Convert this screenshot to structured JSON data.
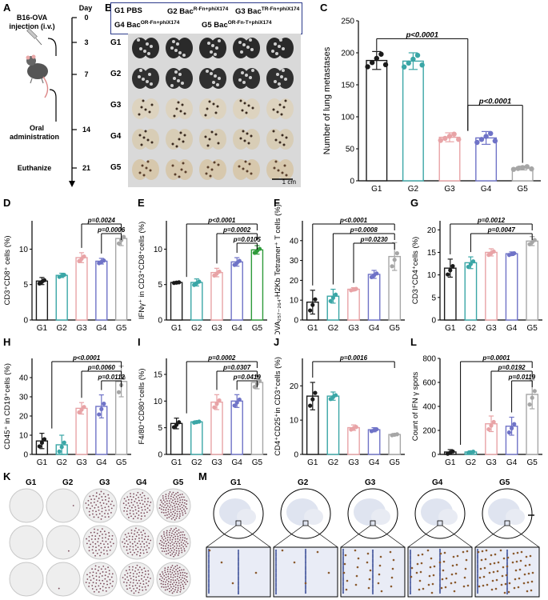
{
  "panels": {
    "A": "A",
    "B": "B",
    "C": "C",
    "D": "D",
    "E": "E",
    "F": "F",
    "G": "G",
    "H": "H",
    "I": "I",
    "J": "J",
    "K": "K",
    "L": "L",
    "M": "M"
  },
  "colors": {
    "G1": "#1a1a1a",
    "G2": "#3aa6a6",
    "G3": "#e8a3a6",
    "G4": "#6f73c7",
    "G5": "#a6a6a6",
    "G5_E": "#2e9a3a",
    "G5_F": "#a6a6a6"
  },
  "timeline": {
    "day_label": "Day",
    "injection_line1": "B16-OVA",
    "injection_line2": "injection (i.v.)",
    "days": [
      "0",
      "3",
      "7",
      "14",
      "21"
    ],
    "oral_line1": "Oral",
    "oral_line2": "administration",
    "euthanize": "Euthanize"
  },
  "legendB": {
    "g1": "G1 PBS",
    "g2": "G2 Bac",
    "g2_sup": "R-Fn+phiX174",
    "g3": "G3 Bac",
    "g3_sup": "TR-Fn+phiX174",
    "g4": "G4 Bac",
    "g4_sup": "OR-Fn+phiX174",
    "g5": "G5 Bac",
    "g5_sup": "OR-Fn-T+phiX174"
  },
  "groups": [
    "G1",
    "G2",
    "G3",
    "G4",
    "G5"
  ],
  "scale_bar": "1 cm",
  "chart_data": [
    {
      "id": "C",
      "type": "bar",
      "ylabel": "Number of lung metastases",
      "categories": [
        "G1",
        "G2",
        "G3",
        "G4",
        "G5"
      ],
      "values": [
        188,
        187,
        68,
        67,
        20
      ],
      "errors": [
        14,
        13,
        7,
        10,
        3
      ],
      "ylim": [
        0,
        250
      ],
      "yticks": [
        0,
        50,
        100,
        150,
        200,
        250
      ],
      "annotations": [
        {
          "from": "G1",
          "to": "G3-G4",
          "text": "p<0.0001"
        },
        {
          "from": "G3-G4",
          "to": "G5",
          "text": "p<0.0001"
        }
      ]
    },
    {
      "id": "D",
      "type": "bar",
      "ylabel": "CD3⁺CD8⁺ cells (%)",
      "categories": [
        "G1",
        "G2",
        "G3",
        "G4",
        "G5"
      ],
      "values": [
        5.5,
        6.3,
        8.8,
        8.3,
        11.5
      ],
      "errors": [
        0.5,
        0.3,
        0.7,
        0.4,
        1.0
      ],
      "ylim": [
        0,
        14
      ],
      "yticks": [
        0,
        5,
        10
      ],
      "annotations": [
        {
          "from": "G3",
          "to": "G5",
          "text": "p=0.0024"
        },
        {
          "from": "G4",
          "to": "G5",
          "text": "p=0.0006"
        }
      ]
    },
    {
      "id": "E",
      "type": "bar",
      "ylabel": "IFNγ⁺ in CD3⁺CD8⁺cells (%)",
      "categories": [
        "G1",
        "G2",
        "G3",
        "G4",
        "G5"
      ],
      "values": [
        5.3,
        5.3,
        6.7,
        8.2,
        9.9
      ],
      "errors": [
        0.1,
        0.5,
        0.6,
        0.6,
        0.6
      ],
      "ylim": [
        0,
        14
      ],
      "yticks": [
        0,
        5,
        10
      ],
      "annotations": [
        {
          "from": "G1-G2",
          "to": "G5",
          "text": "p<0.0001"
        },
        {
          "from": "G3",
          "to": "G5",
          "text": "p=0.0002"
        },
        {
          "from": "G4",
          "to": "G5",
          "text": "p=0.0105"
        }
      ]
    },
    {
      "id": "F",
      "type": "bar",
      "ylabel": "OVA₂₅₇₋₂₆₄-H2Kb Tetramer⁺ T cells (%)",
      "categories": [
        "G1",
        "G2",
        "G3",
        "G4",
        "G5"
      ],
      "values": [
        9,
        12,
        15.5,
        23,
        32
      ],
      "errors": [
        6,
        3.5,
        0.8,
        2,
        7
      ],
      "ylim": [
        0,
        50
      ],
      "yticks": [
        0,
        10,
        20,
        30,
        40
      ],
      "annotations": [
        {
          "from": "G1",
          "to": "G5",
          "text": "p<0.0001"
        },
        {
          "from": "G2",
          "to": "G5",
          "text": "p=0.0008"
        },
        {
          "from": "G3",
          "to": "G5",
          "text": "p=0.0230"
        }
      ]
    },
    {
      "id": "G",
      "type": "bar",
      "ylabel": "CD3⁺CD4⁺cells (%)",
      "categories": [
        "G1",
        "G2",
        "G3",
        "G4",
        "G5"
      ],
      "values": [
        11.5,
        12.7,
        15,
        14.7,
        17.5
      ],
      "errors": [
        2,
        1.3,
        0.8,
        0.4,
        1.0
      ],
      "ylim": [
        0,
        22
      ],
      "yticks": [
        0,
        5,
        10,
        15,
        20
      ],
      "annotations": [
        {
          "from": "G1",
          "to": "G5",
          "text": "p=0.0012"
        },
        {
          "from": "G2",
          "to": "G5",
          "text": "p=0.0047"
        }
      ]
    },
    {
      "id": "H",
      "type": "bar",
      "ylabel": "CD45⁺ in CD19⁺cells (%)",
      "categories": [
        "G1",
        "G2",
        "G3",
        "G4",
        "G5"
      ],
      "values": [
        7,
        5,
        24,
        25,
        38
      ],
      "errors": [
        4,
        5,
        3,
        6,
        8
      ],
      "ylim": [
        0,
        50
      ],
      "yticks": [
        0,
        10,
        20,
        30,
        40
      ],
      "annotations": [
        {
          "from": "G1-G2",
          "to": "G5",
          "text": "p<0.0001"
        },
        {
          "from": "G3",
          "to": "G5",
          "text": "p=0.0060"
        },
        {
          "from": "G4",
          "to": "G5",
          "text": "p=0.0112"
        }
      ]
    },
    {
      "id": "I",
      "type": "bar",
      "ylabel": "F4/80⁺CD80⁺cells (%)",
      "categories": [
        "G1",
        "G2",
        "G3",
        "G4",
        "G5"
      ],
      "values": [
        5.8,
        6.1,
        9.8,
        10,
        13.5
      ],
      "errors": [
        1,
        0.2,
        1.4,
        1.2,
        1.2
      ],
      "ylim": [
        0,
        18
      ],
      "yticks": [
        0,
        5,
        10,
        15
      ],
      "annotations": [
        {
          "from": "G1-G2",
          "to": "G5",
          "text": "p=0.0002"
        },
        {
          "from": "G3",
          "to": "G5",
          "text": "p=0.0307"
        },
        {
          "from": "G4",
          "to": "G5",
          "text": "p=0.0419"
        }
      ]
    },
    {
      "id": "J",
      "type": "bar",
      "ylabel": "CD4⁺CD25⁺in CD3⁺cells (%)",
      "categories": [
        "G1",
        "G2",
        "G3",
        "G4",
        "G5"
      ],
      "values": [
        17,
        17,
        7.8,
        7.2,
        5.8
      ],
      "errors": [
        4,
        1.2,
        0.8,
        0.6,
        0.3
      ],
      "ylim": [
        0,
        28
      ],
      "yticks": [
        0,
        10,
        20
      ],
      "annotations": [
        {
          "from": "G1",
          "to": "G5",
          "text": "p=0.0016"
        }
      ]
    },
    {
      "id": "L",
      "type": "bar",
      "ylabel": "Count of IFN γ spots",
      "categories": [
        "G1",
        "G2",
        "G3",
        "G4",
        "G5"
      ],
      "values": [
        20,
        20,
        255,
        235,
        500
      ],
      "errors": [
        20,
        10,
        65,
        75,
        120
      ],
      "ylim": [
        0,
        800
      ],
      "yticks": [
        0,
        200,
        400,
        600,
        800
      ],
      "annotations": [
        {
          "from": "G1-G2",
          "to": "G5",
          "text": "p=0.0001"
        },
        {
          "from": "G3",
          "to": "G5",
          "text": "p=0.0192"
        },
        {
          "from": "G4",
          "to": "G5",
          "text": "p=0.0119"
        }
      ]
    }
  ]
}
